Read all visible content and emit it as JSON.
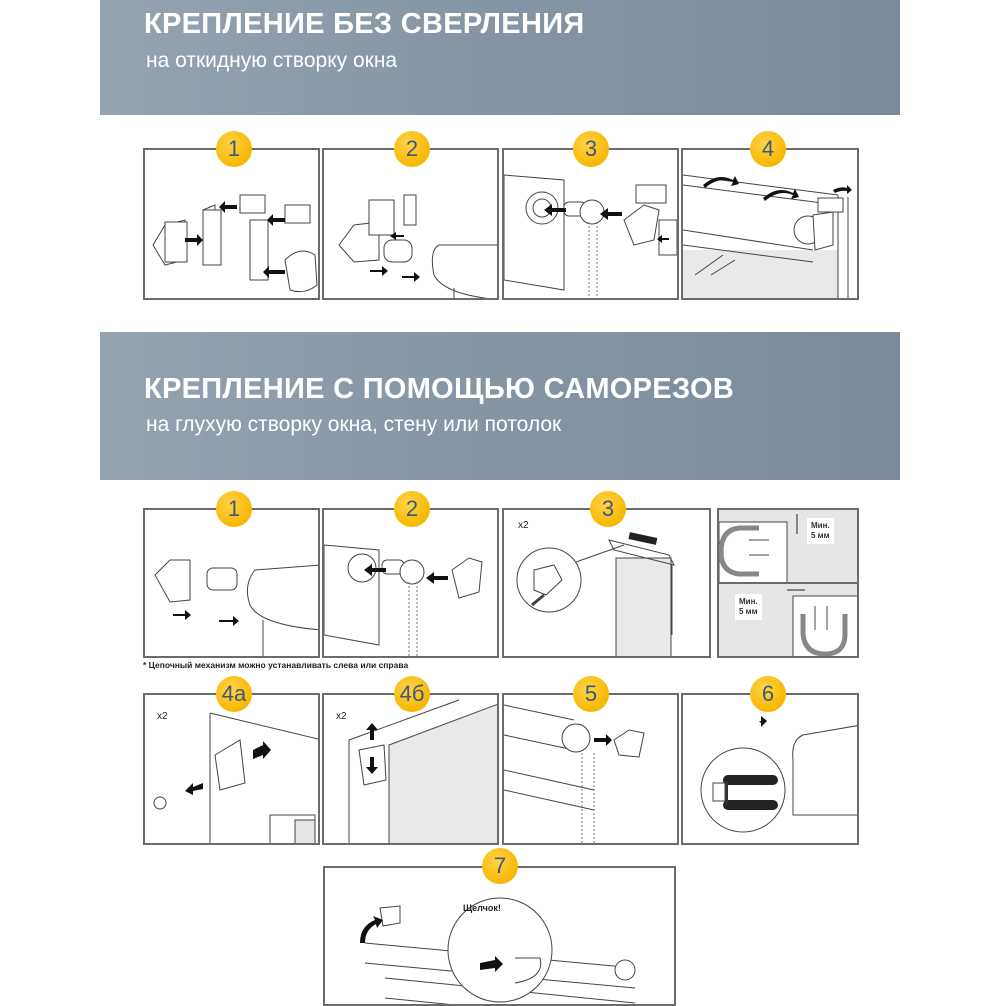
{
  "section1": {
    "title": "КРЕПЛЕНИЕ БЕЗ СВЕРЛЕНИЯ",
    "subtitle": "на откидную створку окна",
    "steps": [
      {
        "label": "1"
      },
      {
        "label": "2"
      },
      {
        "label": "3"
      },
      {
        "label": "4"
      }
    ]
  },
  "section2": {
    "title": "КРЕПЛЕНИЕ С ПОМОЩЬЮ САМОРЕЗОВ",
    "subtitle": "на глухую створку окна, стену или потолок",
    "steps": [
      {
        "label": "1"
      },
      {
        "label": "2"
      },
      {
        "label": "3",
        "quantity": "x2"
      },
      {
        "label": "4а",
        "quantity": "x2"
      },
      {
        "label": "4б",
        "quantity": "x2"
      },
      {
        "label": "5"
      },
      {
        "label": "6"
      },
      {
        "label": "7",
        "callout": "Щелчок!"
      }
    ],
    "clearance": {
      "top_label_line1": "Мин.",
      "top_label_line2": "5 мм",
      "side_label_line1": "Мин.",
      "side_label_line2": "5 мм"
    },
    "footnote": "* Цепочный механизм можно устанавливать слева или справа"
  },
  "colors": {
    "banner_start": "#95a3b1",
    "banner_end": "#7a8a9b",
    "badge": "#f6b800",
    "badge_text": "#3e5878",
    "panel_border": "#6b6b6b"
  }
}
